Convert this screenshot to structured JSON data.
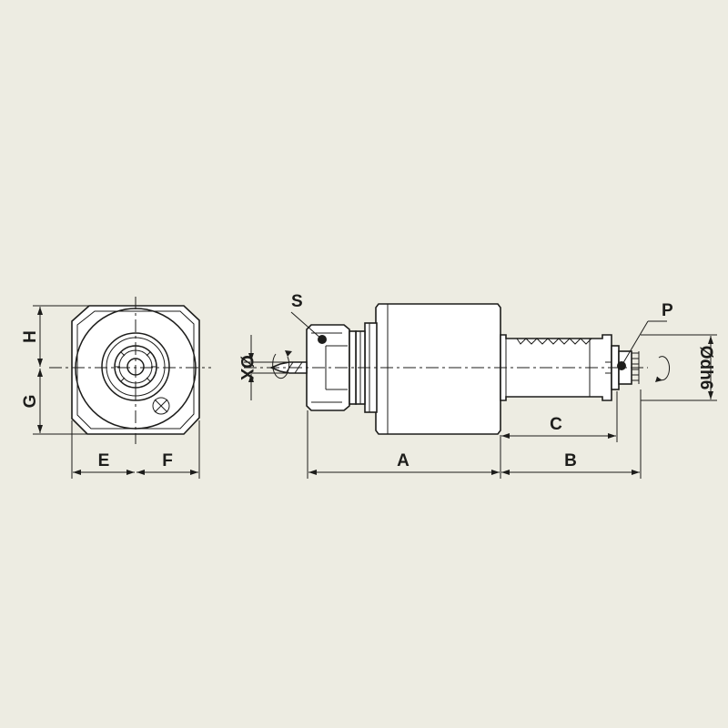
{
  "colors": {
    "background": "#edece2",
    "line": "#1d1d1b",
    "part_fill": "#ffffff"
  },
  "labels": {
    "H": "H",
    "G": "G",
    "E": "E",
    "F": "F",
    "X": "ØX",
    "S": "S",
    "A": "A",
    "B": "B",
    "C": "C",
    "P": "P",
    "d": "Ødh6"
  }
}
